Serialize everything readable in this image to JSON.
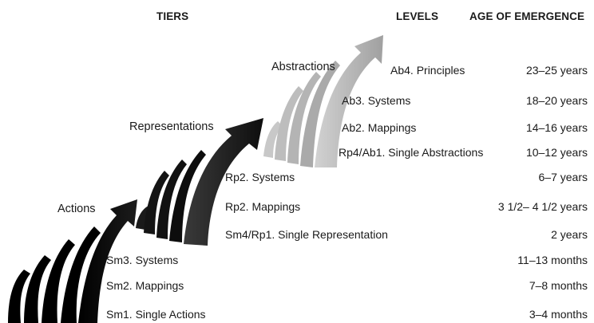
{
  "headers": {
    "tiers": "TIERS",
    "levels": "LEVELS",
    "age": "AGE OF EMERGENCE"
  },
  "tiers": {
    "actions": "Actions",
    "representations": "Representations",
    "abstractions": "Abstractions"
  },
  "levels": [
    {
      "label": "Ab4. Principles",
      "age": "23–25 years"
    },
    {
      "label": "Ab3. Systems",
      "age": "18–20 years"
    },
    {
      "label": "Ab2. Mappings",
      "age": "14–16 years"
    },
    {
      "label": "Rp4/Ab1. Single Abstractions",
      "age": "10–12 years"
    },
    {
      "label": "Rp2. Systems",
      "age": "6–7 years"
    },
    {
      "label": "Rp2. Mappings",
      "age": "3 1/2– 4 1/2 years"
    },
    {
      "label": "Sm4/Rp1. Single Representation",
      "age": "2 years"
    },
    {
      "label": "Sm3. Systems",
      "age": "11–13 months"
    },
    {
      "label": "Sm2. Mappings",
      "age": "7–8 months"
    },
    {
      "label": "Sm1. Single Actions",
      "age": "3–4 months"
    }
  ],
  "colors": {
    "actions": "#0c0c0c",
    "representations": "#2a2a2a",
    "abstractions": "#b8b8b8"
  }
}
